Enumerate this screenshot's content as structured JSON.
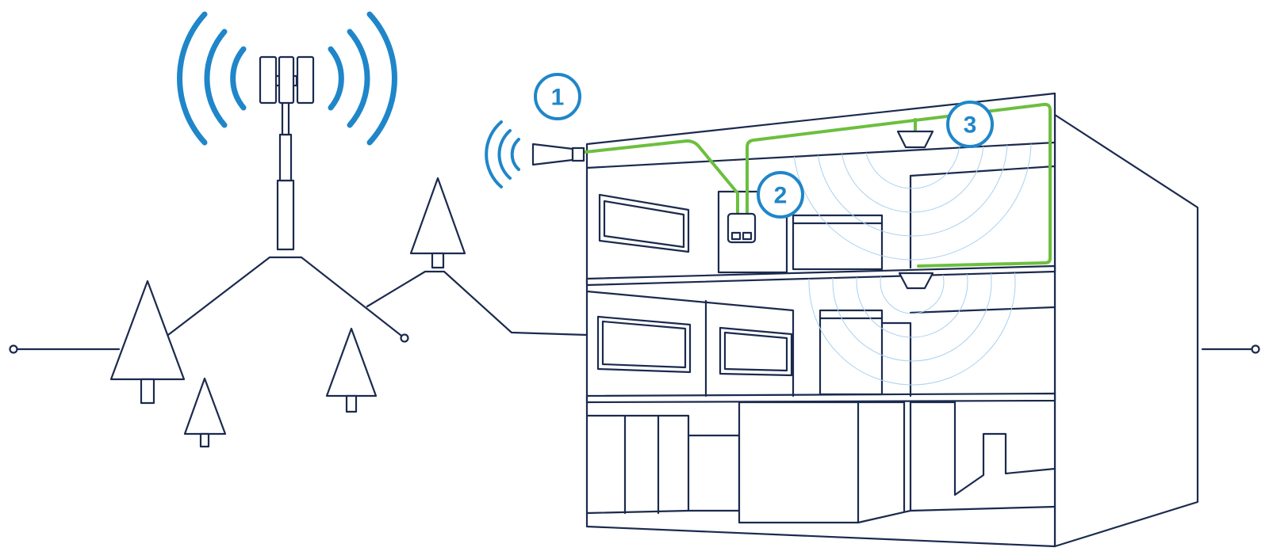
{
  "colors": {
    "outline": "#1b2a4e",
    "signal_blue": "#1f86c9",
    "cable_green": "#6cbf3e",
    "ripple": "#a9d1ee"
  },
  "markers": [
    {
      "number": "1",
      "component": "outside-antenna"
    },
    {
      "number": "2",
      "component": "booster-unit"
    },
    {
      "number": "3",
      "component": "inside-antenna"
    }
  ],
  "icons": [
    "cell-tower-icon",
    "outside-antenna-icon",
    "booster-icon",
    "inside-antenna-icon",
    "tree-icon",
    "house-icon"
  ]
}
